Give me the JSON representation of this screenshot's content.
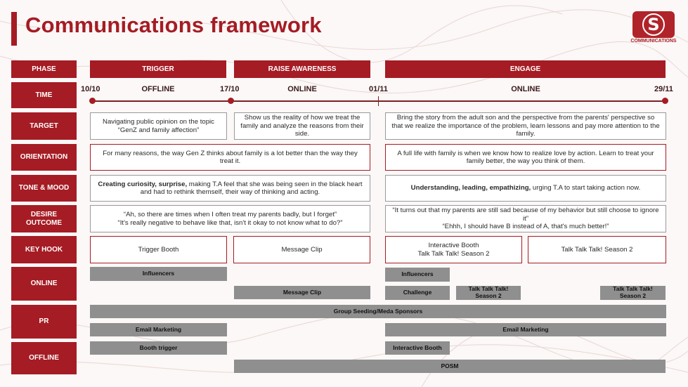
{
  "title": "Communications framework",
  "logo": {
    "letter": "S",
    "name": "COMMUNICATIONS"
  },
  "colors": {
    "accent": "#a51c24",
    "gray": "#8f8f8f"
  },
  "labels": {
    "phase": "PHASE",
    "time": "TIME",
    "target": "TARGET",
    "orientation": "ORIENTATION",
    "tone": "TONE & MOOD",
    "desire_1": "DESIRE",
    "desire_2": "OUTCOME",
    "keyhook": "KEY HOOK",
    "online": "ONLINE",
    "pr": "PR",
    "offline": "OFFLINE"
  },
  "phases": {
    "trigger": "TRIGGER",
    "raise": "RAISE AWARENESS",
    "engage": "ENGAGE"
  },
  "timeline": {
    "d1": "10/10",
    "d2": "17/10",
    "d3": "01/11",
    "d4": "29/11",
    "s1": "OFFLINE",
    "s2": "ONLINE",
    "s3": "ONLINE"
  },
  "target": {
    "trigger_1": "Navigating public opinion on the topic",
    "trigger_2": "“GenZ and family affection”",
    "raise": "Show us the reality of how we treat the family and analyze the reasons from their side.",
    "engage": "Bring the story from the adult son and the perspective from the parents' perspective so that we realize the importance of the problem, learn lessons and pay more attention to the family."
  },
  "orientation": {
    "left": "For many reasons, the way Gen Z thinks about family is a lot better than the way they treat it.",
    "right": "A full life with family is when we know how to realize love by action. Learn to treat your family better, the way you think of them."
  },
  "tone": {
    "left_bold": "Creating curiosity, surprise,",
    "left_rest": " making T.A feel that she was being seen in the black heart and had to rethink themself, their way of thinking and acting.",
    "right_bold": "Understanding, leading, empathizing,",
    "right_rest": " urging T.A to start taking action now."
  },
  "desire": {
    "left_1": "“Ah, so there are times when I often treat my parents badly, but I forget”",
    "left_2": "“It's really negative to behave like that, isn't it okay to not know what to do?”",
    "right_1": "“It turns out that my parents are still sad because of my behavior but still choose to ignore it”",
    "right_2": "“Ehhh, I should have B instead of A, that's much better!”"
  },
  "keyhook": {
    "trigger": "Trigger Booth",
    "raise": "Message Clip",
    "engage1_1": "Interactive Booth",
    "engage1_2": "Talk Talk Talk! Season 2",
    "engage2": "Talk Talk Talk! Season 2"
  },
  "online": {
    "influencers_1": "Influencers",
    "influencers_2": "Influencers",
    "message_clip": "Message Clip",
    "challenge": "Challenge",
    "ttt1_1": "Talk Talk Talk!",
    "ttt1_2": "Season 2",
    "ttt2_1": "Talk Talk Talk!",
    "ttt2_2": "Season 2"
  },
  "pr": {
    "seeding": "Group Seeding/Meda Sponsors",
    "email_1": "Email Marketing",
    "email_2": "Email Marketing"
  },
  "offline": {
    "booth_trigger": "Booth trigger",
    "interactive_booth": "Interactive Booth",
    "posm": "POSM"
  }
}
